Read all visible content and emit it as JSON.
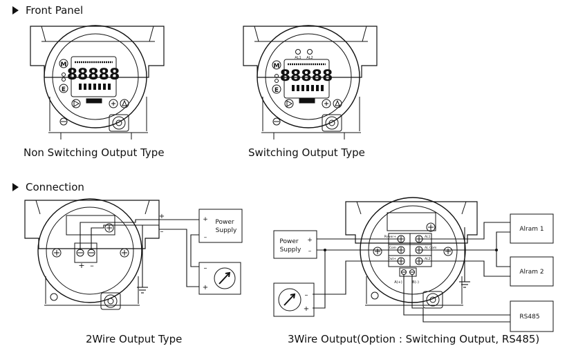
{
  "sections": {
    "front_panel": "Front Panel",
    "connection": "Connection"
  },
  "captions": {
    "non_switching": "Non Switching Output Type",
    "switching": "Switching Output Type",
    "two_wire": "2Wire Output Type",
    "three_wire": "3Wire Output(Option : Switching Output, RS485)"
  },
  "panel": {
    "mode_key": "M",
    "enter_key": "E",
    "digits": "88888",
    "al1": "AL1",
    "al2": "AL2"
  },
  "two_wire": {
    "plus": "+",
    "minus": "–",
    "power_plus": "+",
    "power_minus": "–",
    "power_label_1": "Power",
    "power_label_2": "Supply",
    "meter_minus": "–",
    "meter_plus": "+",
    "term_plus": "+",
    "term_minus": "–"
  },
  "three_wire": {
    "power_label_1": "Power",
    "power_label_2": "Supply",
    "power_plus": "+",
    "power_minus": "–",
    "meter_minus": "–",
    "meter_plus": "+",
    "term_power": "Power+",
    "term_com": "Com",
    "term_out": "Out+",
    "term_al1": "AL1",
    "term_alcom": "AL Com",
    "term_al2": "AL2",
    "term_a": "A(+)",
    "term_b": "B(–)",
    "alarm1": "Alram 1",
    "alarm2": "Alram 2",
    "rs485": "RS485"
  }
}
